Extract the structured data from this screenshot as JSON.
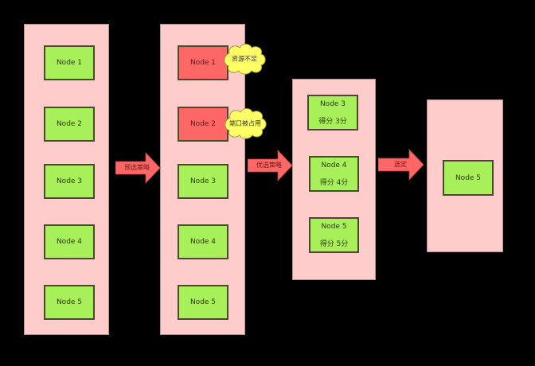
{
  "colors": {
    "background": "#000000",
    "column_fill": "#ffcccc",
    "node_ok": "#a8f05a",
    "node_rejected": "#ff6666",
    "arrow": "#ff6666",
    "cloud": "#ffff66"
  },
  "columns": [
    {
      "stage": "all-nodes",
      "nodes": [
        {
          "label": "Node 1",
          "status": "ok"
        },
        {
          "label": "Node 2",
          "status": "ok"
        },
        {
          "label": "Node 3",
          "status": "ok"
        },
        {
          "label": "Node 4",
          "status": "ok"
        },
        {
          "label": "Node 5",
          "status": "ok"
        }
      ]
    },
    {
      "stage": "after-predicates",
      "nodes": [
        {
          "label": "Node 1",
          "status": "rejected",
          "reason": "资源不足"
        },
        {
          "label": "Node 2",
          "status": "rejected",
          "reason": "端口被占用"
        },
        {
          "label": "Node 3",
          "status": "ok"
        },
        {
          "label": "Node 4",
          "status": "ok"
        },
        {
          "label": "Node 5",
          "status": "ok"
        }
      ]
    },
    {
      "stage": "after-priorities",
      "nodes": [
        {
          "label": "Node 3",
          "score": "得分 3分"
        },
        {
          "label": "Node 4",
          "score": "得分 4分"
        },
        {
          "label": "Node 5",
          "score": "得分 5分"
        }
      ]
    },
    {
      "stage": "selected",
      "nodes": [
        {
          "label": "Node 5"
        }
      ]
    }
  ],
  "arrows": [
    {
      "label": "预选策略"
    },
    {
      "label": "优选策略"
    },
    {
      "label": "选定"
    }
  ]
}
